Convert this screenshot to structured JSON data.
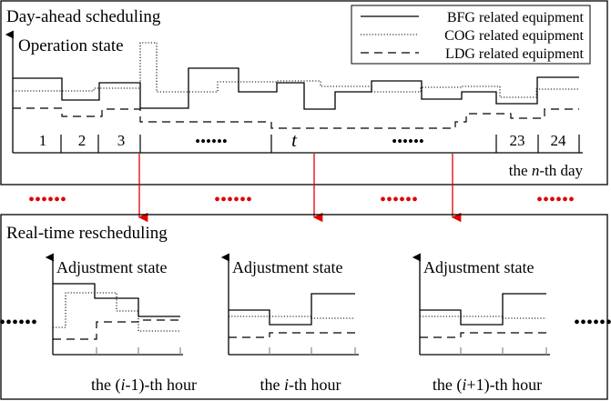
{
  "top_panel": {
    "title": "Day-ahead scheduling",
    "y_label": "Operation state",
    "x_label": {
      "prefix": "the ",
      "var": "n",
      "suffix": "-th day"
    },
    "legend": [
      {
        "label": "BFG related equipment",
        "style": "solid"
      },
      {
        "label": "COG related equipment",
        "style": "dotted"
      },
      {
        "label": "LDG related equipment",
        "style": "dashed"
      }
    ],
    "slots": [
      {
        "label": "1",
        "italic": false
      },
      {
        "label": "2",
        "italic": false
      },
      {
        "label": "3",
        "italic": false
      },
      {
        "label": "••••••",
        "italic": false
      },
      {
        "label": "t",
        "italic": true
      },
      {
        "label": "••••••",
        "italic": false
      },
      {
        "label": "23",
        "italic": false
      },
      {
        "label": "24",
        "italic": false
      }
    ]
  },
  "separator_dots": [
    "••••••",
    "••••••",
    "••••••",
    "••••••"
  ],
  "bottom_panel": {
    "title": "Real-time rescheduling",
    "subplots": [
      {
        "y_label": "Adjustment state",
        "x_label": {
          "prefix": "the (",
          "var": "i",
          "suffix": "-1)-th hour"
        }
      },
      {
        "y_label": "Adjustment state",
        "x_label": {
          "prefix": "the ",
          "var": "i",
          "suffix": "-th hour"
        }
      },
      {
        "y_label": "Adjustment state",
        "x_label": {
          "prefix": "the (",
          "var": "i",
          "suffix": "+1)-th hour"
        }
      }
    ],
    "left_dots": "••••••",
    "right_dots": "••••••"
  },
  "colors": {
    "ink": "#000000",
    "arrow": "#e00000",
    "dots": "#e00000",
    "background": "#ffffff"
  }
}
